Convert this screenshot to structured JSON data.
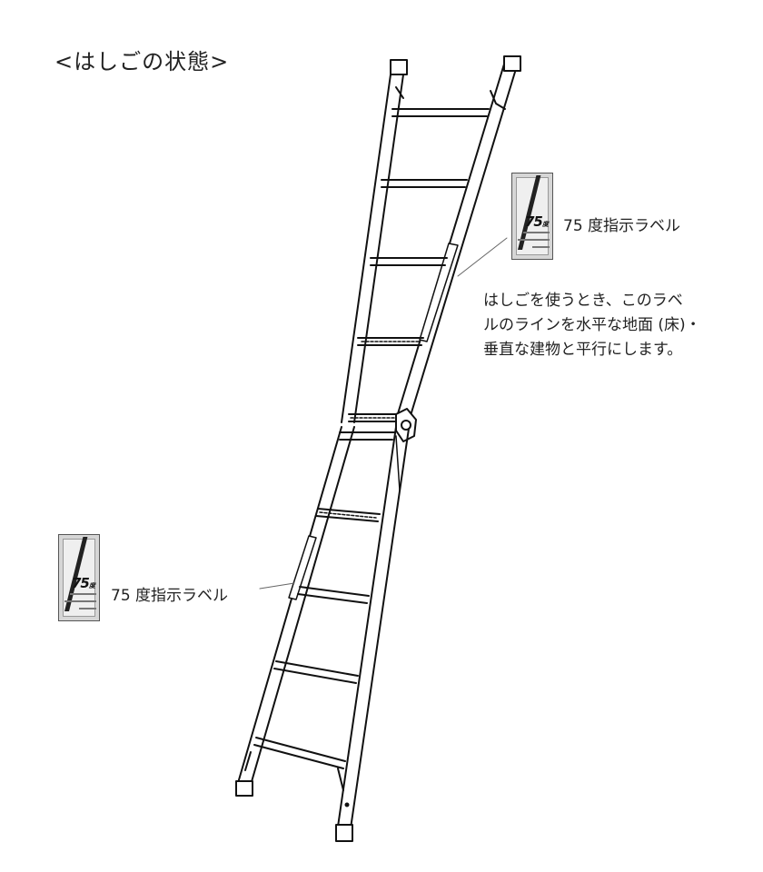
{
  "title": "<はしごの状態>",
  "labels": {
    "upper": "75 度指示ラベル",
    "lower": "75 度指示ラベル"
  },
  "sticker": {
    "angle_text": "75",
    "unit_text": "度"
  },
  "instruction": {
    "lines": [
      "はしごを使うとき、このラベ",
      "ルのラインを水平な地面 (床)・",
      "垂直な建物と平行にします。"
    ]
  }
}
